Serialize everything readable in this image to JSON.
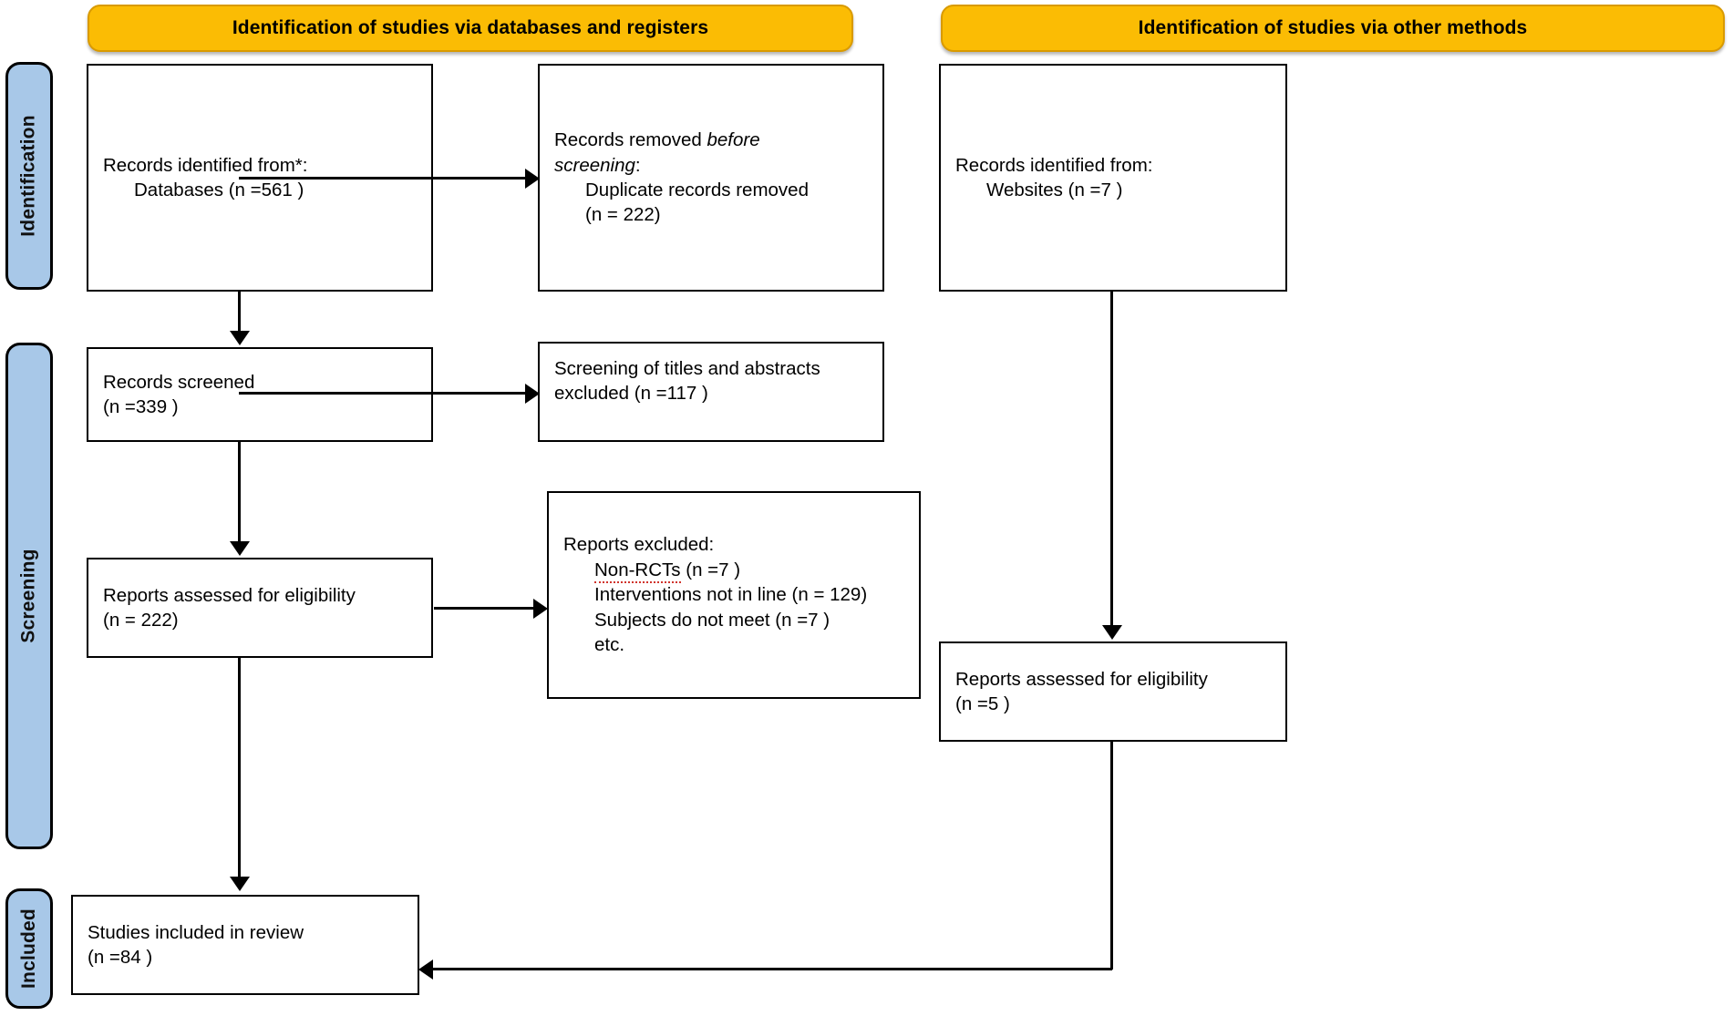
{
  "diagram": {
    "title": "PRISMA 2020 flow diagram",
    "colors": {
      "banner_fill": "#FBBC04",
      "banner_border": "#D99A00",
      "rail_fill": "#A8C8E8",
      "rail_border": "#000000",
      "node_border": "#000000",
      "connector": "#000000",
      "spellcheck_underline": "#D0342C"
    }
  },
  "banners": [
    {
      "id": "banner-databases",
      "label": "Identification of studies via databases and registers"
    },
    {
      "id": "banner-other",
      "label": "Identification of studies via other methods"
    }
  ],
  "rails": [
    {
      "id": "rail-identification",
      "label": "Identification"
    },
    {
      "id": "rail-screening",
      "label": "Screening"
    },
    {
      "id": "rail-included",
      "label": "Included"
    }
  ],
  "nodes": {
    "records_identified_db": {
      "lines": [
        {
          "text": "Records identified from*:",
          "indent": false,
          "italic": false
        },
        {
          "text": "Databases (n =561 )",
          "indent": true,
          "italic": false
        }
      ]
    },
    "records_removed": {
      "lines": [
        {
          "text": "Records removed ",
          "indent": false,
          "italic": false,
          "italic_tail": "before"
        },
        {
          "text": "screening",
          "indent": false,
          "italic": true,
          "plain_tail": ":"
        },
        {
          "text": "Duplicate records removed",
          "indent": true,
          "italic": false
        },
        {
          "text": "(n = 222)",
          "indent": true,
          "italic": false
        }
      ]
    },
    "records_screened": {
      "lines": [
        {
          "text": "Records screened",
          "indent": false,
          "italic": false
        },
        {
          "text": "(n =339 )",
          "indent": false,
          "italic": false
        }
      ]
    },
    "screening_excluded": {
      "lines": [
        {
          "text": "Screening of titles and abstracts",
          "indent": false,
          "italic": false
        },
        {
          "text": "excluded (n =117 )",
          "indent": false,
          "italic": false
        }
      ]
    },
    "reports_assessed_db": {
      "lines": [
        {
          "text": "Reports assessed for eligibility",
          "indent": false,
          "italic": false
        },
        {
          "text": "(n = 222)",
          "indent": false,
          "italic": false
        }
      ]
    },
    "reports_excluded": {
      "heading": "Reports excluded:",
      "lines": [
        {
          "text": "Non-RCTs (n =7 )",
          "spell": "Non-RCTs",
          "rest": " (n =7 )"
        },
        {
          "text": "Interventions not in line (n = 129)"
        },
        {
          "text": "Subjects do not meet (n =7 )"
        },
        {
          "text": "etc."
        }
      ]
    },
    "records_identified_other": {
      "lines": [
        {
          "text": "Records identified from:",
          "indent": false,
          "italic": false
        },
        {
          "text": "Websites (n =7 )",
          "indent": true,
          "italic": false
        }
      ]
    },
    "reports_assessed_other": {
      "lines": [
        {
          "text": "Reports assessed for eligibility",
          "indent": false,
          "italic": false
        },
        {
          "text": "(n =5 )",
          "indent": false,
          "italic": false
        }
      ]
    },
    "studies_included": {
      "lines": [
        {
          "text": "Studies included in review",
          "indent": false,
          "italic": false
        },
        {
          "text": "(n =84 )",
          "indent": false,
          "italic": false
        }
      ]
    }
  },
  "counts": {
    "databases_records": 561,
    "duplicates_removed": 222,
    "records_screened": 339,
    "title_abstract_excluded": 117,
    "reports_assessed_db": 222,
    "excluded_non_rcts": 7,
    "excluded_interventions": 129,
    "excluded_subjects": 7,
    "websites_records": 7,
    "reports_assessed_other": 5,
    "studies_included": 84
  }
}
